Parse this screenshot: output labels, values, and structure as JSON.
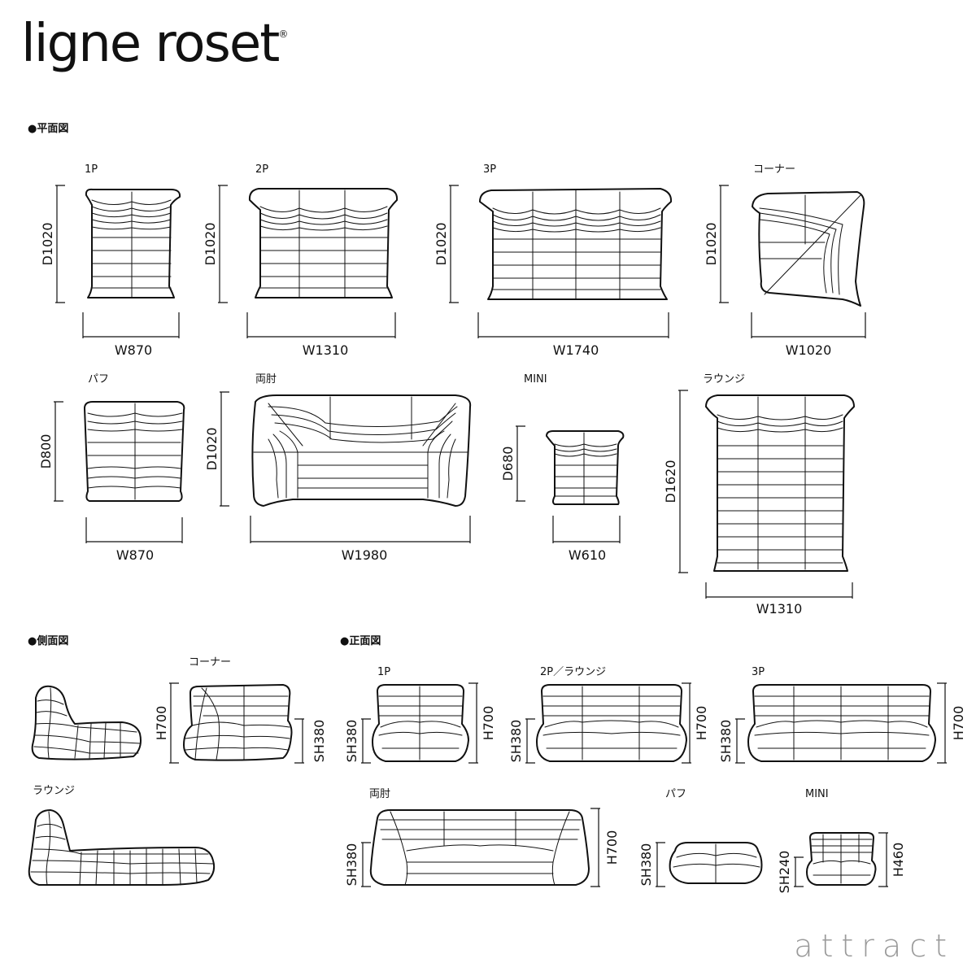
{
  "brand": {
    "logo_text": "ligne roset",
    "registered_mark": "®"
  },
  "watermark": "attract",
  "sections": {
    "plan": "●平面図",
    "side": "●側面図",
    "front": "●正面図"
  },
  "plan_views": [
    {
      "name": "1P",
      "depth": "D1020",
      "width": "W870"
    },
    {
      "name": "2P",
      "depth": "D1020",
      "width": "W1310"
    },
    {
      "name": "3P",
      "depth": "D1020",
      "width": "W1740"
    },
    {
      "name": "コーナー",
      "depth": "D1020",
      "width": "W1020"
    },
    {
      "name": "パフ",
      "depth": "D800",
      "width": "W870"
    },
    {
      "name": "両肘",
      "depth": "D1020",
      "width": "W1980"
    },
    {
      "name": "MINI",
      "depth": "D680",
      "width": "W610"
    },
    {
      "name": "ラウンジ",
      "depth": "D1620",
      "width": "W1310"
    }
  ],
  "side_views": [
    {
      "name": ""
    },
    {
      "name": "コーナー",
      "height": "H700",
      "seat_height": "SH380"
    },
    {
      "name": "ラウンジ"
    }
  ],
  "front_views": [
    {
      "name": "1P",
      "height": "H700",
      "seat_height": "SH380"
    },
    {
      "name": "2P／ラウンジ",
      "height": "H700",
      "seat_height": "SH380"
    },
    {
      "name": "3P",
      "height": "H700",
      "seat_height": "SH380"
    },
    {
      "name": "両肘",
      "height": "H700",
      "seat_height": "SH380"
    },
    {
      "name": "パフ",
      "seat_height": "SH380"
    },
    {
      "name": "MINI",
      "height": "H460",
      "seat_height": "SH240"
    }
  ]
}
